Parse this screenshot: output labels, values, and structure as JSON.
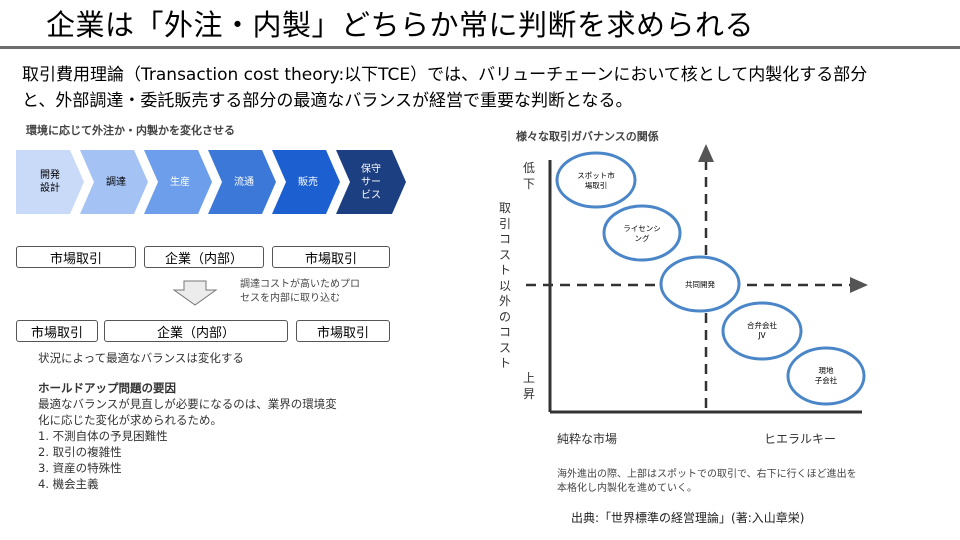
{
  "title": "企業は「外注・内製」どちらか常に判断を求められる",
  "intro": {
    "line1": "取引費用理論（Transaction cost theory:以下TCE）では、バリューチェーンにおいて核として内製化する部分",
    "line2": "と、外部調達・委託販売する部分の最適なバランスが経営で重要な判断となる。"
  },
  "left": {
    "caption": "環境に応じて外注か・内製かを変化させる",
    "chain": [
      {
        "label": "開発\n設計",
        "color": "#c9daf8"
      },
      {
        "label": "調達",
        "color": "#a4c2f4"
      },
      {
        "label": "生産",
        "color": "#6d9eeb"
      },
      {
        "label": "流通",
        "color": "#3c78d8"
      },
      {
        "label": "販売",
        "color": "#1c5fd0"
      },
      {
        "label": "保守\nサー\nビス",
        "color": "#1c3f82"
      }
    ],
    "row1": [
      "市場取引",
      "企業（内部）",
      "市場取引"
    ],
    "arrow_note": {
      "line1": "調達コストが高いためプロ",
      "line2": "セスを内部に取り込む"
    },
    "row2": [
      "市場取引",
      "企業（内部）",
      "市場取引"
    ],
    "balance_note": "状況によって最適なバランスは変化する",
    "holdup": {
      "heading": "ホールドアップ問題の要因",
      "desc1": "最適なバランスが見直しが必要になるのは、業界の環境変",
      "desc2": "化に応じた変化が求められるため。",
      "items": [
        "1. 不測自体の予見困難性",
        "2. 取引の複雑性",
        "3. 資産の特殊性",
        "4. 機会主義"
      ]
    }
  },
  "right": {
    "caption": "様々な取引ガバナンスの関係",
    "y_low": "低\n下",
    "y_high": "上\n昇",
    "y_label": "取\n引\nコ\nス\nト\n以\n外\nの\nコ\nス\nト",
    "x_left": "純粋な市場",
    "x_right": "ヒエラルキー",
    "governance": [
      {
        "label": "スポット市\n場取引"
      },
      {
        "label": "ライセンシ\nング"
      },
      {
        "label": "共同開発"
      },
      {
        "label": "合弁会社\nJV"
      },
      {
        "label": "現地\n子会社"
      }
    ],
    "note1": "海外進出の際、上部はスポットでの取引で、右下に行くほど進出を",
    "note2": "本格化し内製化を進めていく。",
    "source": "出典:「世界標準の経営理論」(著:入山章栄)",
    "circle_color": "#4a86c8",
    "axis_color": "#333333"
  }
}
